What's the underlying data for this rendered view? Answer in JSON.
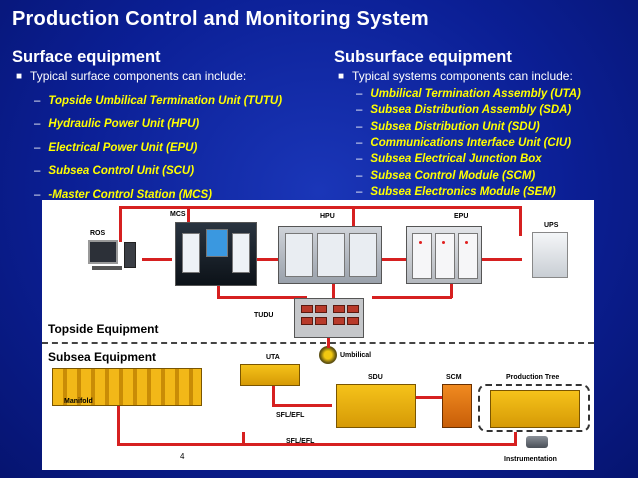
{
  "title": "Production Control and Monitoring System",
  "surface": {
    "heading": "Surface equipment",
    "intro": "Typical surface components can include:",
    "items": [
      "Topside Umbilical Termination Unit (TUTU)",
      "Hydraulic Power Unit (HPU)",
      "Electrical Power Unit (EPU)",
      "Subsea Control Unit (SCU)",
      "-Master Control Station (MCS)"
    ]
  },
  "subsurface": {
    "heading": "Subsurface equipment",
    "intro": "Typical systems components can include:",
    "items": [
      "Umbilical Termination Assembly (UTA)",
      "Subsea Distribution Assembly (SDA)",
      "Subsea Distribution Unit (SDU)",
      "Communications Interface Unit (CIU)",
      "Subsea Electrical Junction Box",
      "Subsea Control Module (SCM)",
      "Subsea Electronics Module (SEM)"
    ]
  },
  "diagram": {
    "labels": {
      "ros": "ROS",
      "mcs": "MCS",
      "hpu": "HPU",
      "epu": "EPU",
      "ups": "UPS",
      "tudu": "TUDU",
      "topside": "Topside Equipment",
      "subsea": "Subsea Equipment",
      "uta": "UTA",
      "umbilical": "Umbilical",
      "sdu": "SDU",
      "scm": "SCM",
      "production_tree": "Production Tree",
      "manifold": "Manifold",
      "sfl_efl_1": "SFL/EFL",
      "sfl_efl_2": "SFL/EFL",
      "instrumentation": "Instrumentation",
      "page_number": "4"
    },
    "colors": {
      "wire": "#d62020",
      "accent_yellow": "#ffff00",
      "background": "#0b1f95"
    }
  }
}
